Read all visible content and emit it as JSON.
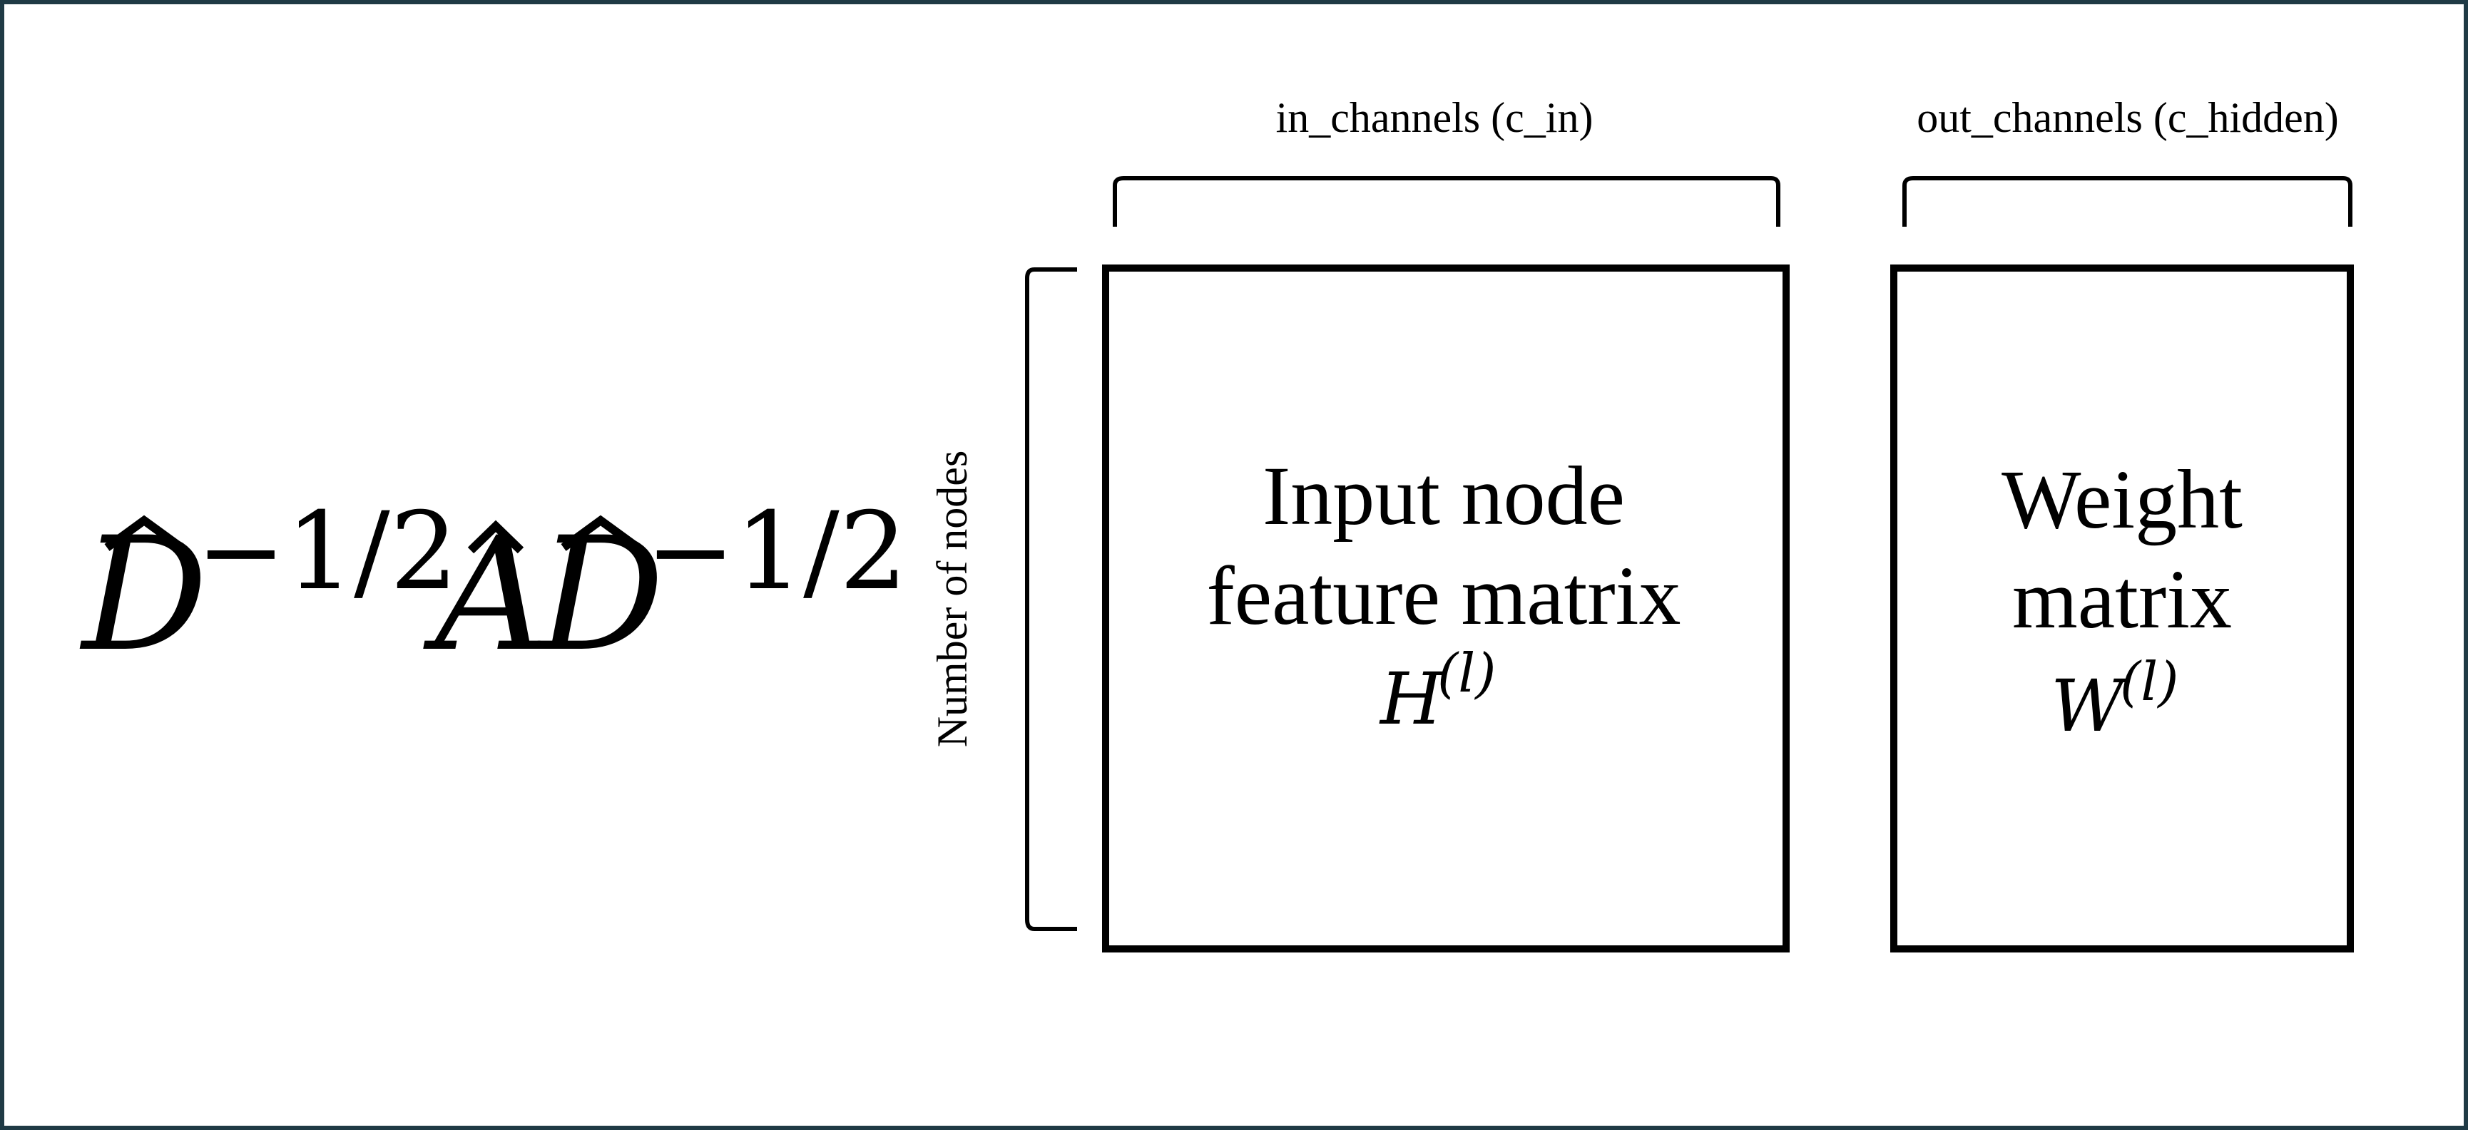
{
  "formula": {
    "d_symbol": "D",
    "exponent": "−1/2",
    "a_symbol": "A"
  },
  "input_matrix": {
    "line1": "Input node",
    "line2": "feature matrix",
    "symbol": "H",
    "superscript": "(l)"
  },
  "weight_matrix": {
    "line1": "Weight",
    "line2": "matrix",
    "symbol": "W",
    "superscript": "(l)"
  },
  "labels": {
    "in_channels": "in_channels (c_in)",
    "out_channels": "out_channels (c_hidden)",
    "nodes": "Number of nodes"
  },
  "colors": {
    "frame": "#1f3a45",
    "ink": "#000000"
  }
}
